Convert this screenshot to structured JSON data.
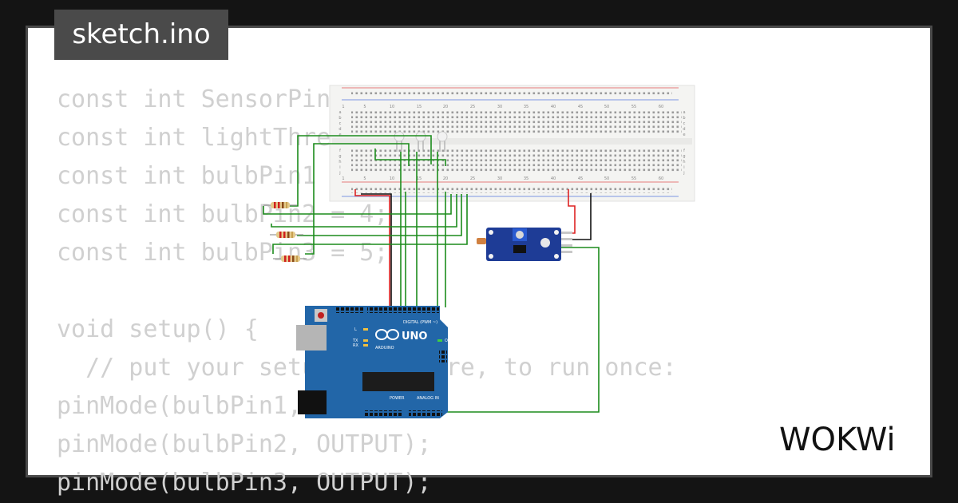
{
  "file_tab": {
    "name": "sketch.ino"
  },
  "code_lines": [
    "const int SensorPin = A0;",
    "const int lightThreshold = 500;",
    "const int bulbPin1 = 3;",
    "const int bulbPin2 = 4;",
    "const int bulbPin3 = 5;",
    "",
    "void setup() {",
    "  // put your setup code here, to run once:",
    "pinMode(bulbPin1, OUTPUT);",
    "pinMode(bulbPin2, OUTPUT);",
    "pinMode(bulbPin3, OUTPUT);"
  ],
  "breadboard": {
    "top_numbers": [
      "1",
      "5",
      "10",
      "15",
      "20",
      "25",
      "30",
      "35",
      "40",
      "45",
      "50",
      "55",
      "60"
    ],
    "row_letters_top": [
      "a",
      "b",
      "c",
      "d",
      "e"
    ],
    "row_letters_bottom": [
      "f",
      "g",
      "h",
      "i",
      "j"
    ]
  },
  "arduino": {
    "logo_text": "UNO",
    "brand_text": "ARDUINO",
    "digital_label": "DIGITAL (PWM ~)",
    "analog_label": "ANALOG IN",
    "power_label": "POWER",
    "on_label": "ON",
    "l_label": "L",
    "tx_label": "TX",
    "rx_label": "RX"
  },
  "brand": {
    "name": "WOKWi"
  },
  "colors": {
    "background": "#141414",
    "card": "#ffffff",
    "tab": "#4a4a4a",
    "code_text": "#d0d0d0",
    "arduino_board": "#2266a8",
    "sensor_board": "#1e3c96",
    "breadboard": "#f4f4f2",
    "wire_green": "#1c8c1c",
    "wire_red": "#dd2222",
    "wire_black": "#111111"
  }
}
